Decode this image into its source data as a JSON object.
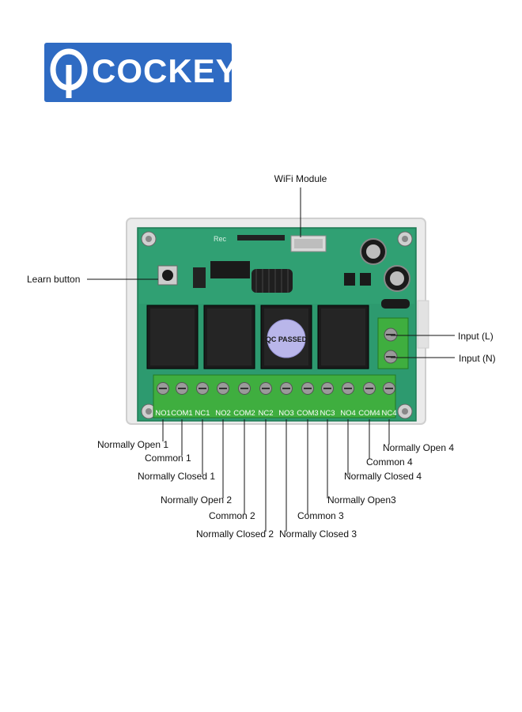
{
  "brand": {
    "name": "COCKEY",
    "color": "#2f6bc3"
  },
  "board": {
    "header_text": "Rec",
    "qc_sticker": "QC PASSED",
    "terminal_labels": [
      "NO1",
      "COM1",
      "NC1",
      "NO2",
      "COM2",
      "NC2",
      "NO3",
      "COM3",
      "NC3",
      "NO4",
      "COM4",
      "NC4"
    ]
  },
  "callouts": {
    "wifi_module": "WiFi Module",
    "learn_button": "Learn button",
    "input_l": "Input (L)",
    "input_n": "Input (N)",
    "no1": "Normally Open 1",
    "com1": "Common 1",
    "nc1": "Normally Closed 1",
    "no2": "Normally Open 2",
    "com2": "Common 2",
    "nc2": "Normally Closed 2",
    "nc3": "Normally Closed 3",
    "com3": "Common 3",
    "no3": "Normally Open3",
    "nc4": "Normally Closed 4",
    "com4": "Common 4",
    "no4": "Normally Open 4"
  }
}
